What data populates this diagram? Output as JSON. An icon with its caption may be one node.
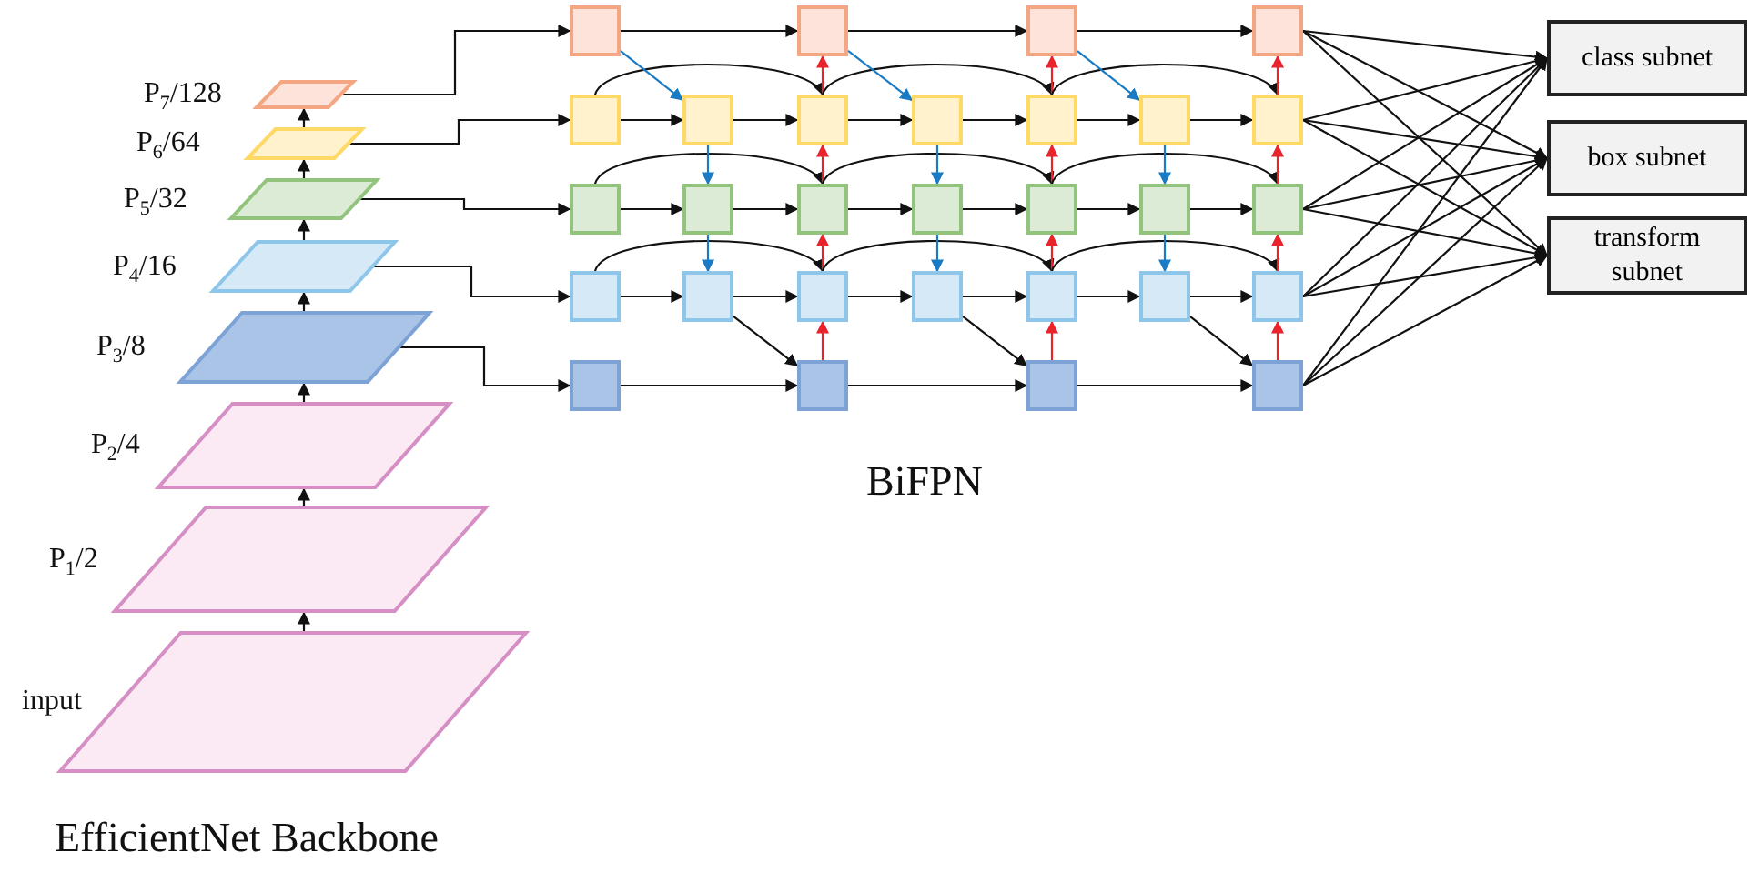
{
  "diagram": {
    "nodes": [
      {
        "text": [
          "P$_{7}$/128"
        ]
      },
      {
        "text": [
          "P$_{6}$/64"
        ]
      },
      {
        "text": [
          "P$_{5}$/32"
        ]
      },
      {
        "text": [
          "P$_{4}$/16"
        ]
      },
      {
        "text": [
          "P$_{3}$/8"
        ]
      },
      {
        "text": [
          "P$_{2}$/4"
        ]
      },
      {
        "text": [
          "P$_{1}$/2"
        ]
      },
      {
        "text": [
          "input"
        ]
      },
      {
        "text": [],
        "shape": "box"
      },
      {
        "text": [],
        "shape": "box"
      },
      {
        "text": [],
        "shape": "box"
      },
      {
        "text": [],
        "shape": "box"
      },
      {
        "text": [],
        "shape": "box"
      },
      {
        "text": [],
        "shape": "box"
      },
      {
        "text": [],
        "shape": "box"
      },
      {
        "text": [],
        "shape": "box"
      },
      {
        "text": [],
        "shape": "box"
      },
      {
        "text": [],
        "shape": "box"
      },
      {
        "text": [],
        "shape": "box"
      },
      {
        "text": [],
        "shape": "box"
      },
      {
        "text": [],
        "shape": "box"
      },
      {
        "text": [],
        "shape": "box"
      },
      {
        "text": [],
        "shape": "box"
      },
      {
        "text": [],
        "shape": "box"
      },
      {
        "text": [],
        "shape": "box"
      },
      {
        "text": [],
        "shape": "box"
      },
      {
        "text": [],
        "shape": "box"
      },
      {
        "text": [],
        "shape": "box"
      },
      {
        "text": [],
        "shape": "box"
      },
      {
        "text": [],
        "shape": "box"
      },
      {
        "text": [],
        "shape": "box"
      },
      {
        "text": [],
        "shape": "box"
      },
      {
        "text": [],
        "shape": "box"
      },
      {
        "text": [],
        "shape": "box"
      },
      {
        "text": [],
        "shape": "box"
      },
      {
        "text": [],
        "shape": "box"
      },
      {
        "text": [],
        "shape": "box"
      },
      {
        "text": [
          "class subnet"
        ]
      },
      {
        "text": [
          "box subnet"
        ]
      },
      {
        "text": [
          "transform subnet"
        ]
      }
    ],
    "edges": [
      {
        "from": 7,
        "to": 6,
        "arrow": "to"
      },
      {
        "from": 6,
        "to": 5,
        "arrow": "to"
      },
      {
        "from": 5,
        "to": 4,
        "arrow": "to"
      },
      {
        "from": 4,
        "to": 3,
        "arrow": "to"
      },
      {
        "from": 3,
        "to": 2,
        "arrow": "to"
      },
      {
        "from": 2,
        "to": 1,
        "arrow": "to"
      },
      {
        "from": 1,
        "to": 0,
        "arrow": "to"
      },
      {
        "from": 0,
        "to": 8,
        "arrow": "to"
      },
      {
        "from": 1,
        "to": 12,
        "arrow": "to"
      },
      {
        "from": 2,
        "to": 19,
        "arrow": "to"
      },
      {
        "from": 3,
        "to": 26,
        "arrow": "to"
      },
      {
        "from": 4,
        "to": 33,
        "arrow": "to"
      },
      {
        "from": 8,
        "to": 9,
        "arrow": "to"
      },
      {
        "from": 12,
        "to": 13,
        "arrow": "to"
      },
      {
        "from": 13,
        "to": 14,
        "arrow": "to"
      },
      {
        "from": 12,
        "to": 14,
        "arrow": "to"
      },
      {
        "from": 19,
        "to": 20,
        "arrow": "to"
      },
      {
        "from": 20,
        "to": 21,
        "arrow": "to"
      },
      {
        "from": 19,
        "to": 21,
        "arrow": "to"
      },
      {
        "from": 26,
        "to": 27,
        "arrow": "to"
      },
      {
        "from": 27,
        "to": 28,
        "arrow": "to"
      },
      {
        "from": 26,
        "to": 28,
        "arrow": "to"
      },
      {
        "from": 33,
        "to": 34,
        "arrow": "to"
      },
      {
        "from": 8,
        "to": 13,
        "arrow": "to",
        "color": "#1a7bc4"
      },
      {
        "from": 13,
        "to": 20,
        "arrow": "to",
        "color": "#1a7bc4"
      },
      {
        "from": 20,
        "to": 27,
        "arrow": "to",
        "color": "#1a7bc4"
      },
      {
        "from": 27,
        "to": 34,
        "arrow": "to"
      },
      {
        "from": 34,
        "to": 28,
        "arrow": "to",
        "color": "#e8232b"
      },
      {
        "from": 28,
        "to": 21,
        "arrow": "to",
        "color": "#e8232b"
      },
      {
        "from": 21,
        "to": 14,
        "arrow": "to",
        "color": "#e8232b"
      },
      {
        "from": 14,
        "to": 9,
        "arrow": "to",
        "color": "#e8232b"
      },
      {
        "from": 9,
        "to": 10,
        "arrow": "to"
      },
      {
        "from": 14,
        "to": 15,
        "arrow": "to"
      },
      {
        "from": 15,
        "to": 16,
        "arrow": "to"
      },
      {
        "from": 14,
        "to": 16,
        "arrow": "to"
      },
      {
        "from": 21,
        "to": 22,
        "arrow": "to"
      },
      {
        "from": 22,
        "to": 23,
        "arrow": "to"
      },
      {
        "from": 21,
        "to": 23,
        "arrow": "to"
      },
      {
        "from": 28,
        "to": 29,
        "arrow": "to"
      },
      {
        "from": 29,
        "to": 30,
        "arrow": "to"
      },
      {
        "from": 28,
        "to": 30,
        "arrow": "to"
      },
      {
        "from": 34,
        "to": 35,
        "arrow": "to"
      },
      {
        "from": 9,
        "to": 15,
        "arrow": "to",
        "color": "#1a7bc4"
      },
      {
        "from": 15,
        "to": 22,
        "arrow": "to",
        "color": "#1a7bc4"
      },
      {
        "from": 22,
        "to": 29,
        "arrow": "to",
        "color": "#1a7bc4"
      },
      {
        "from": 29,
        "to": 35,
        "arrow": "to"
      },
      {
        "from": 35,
        "to": 30,
        "arrow": "to",
        "color": "#e8232b"
      },
      {
        "from": 30,
        "to": 23,
        "arrow": "to",
        "color": "#e8232b"
      },
      {
        "from": 23,
        "to": 16,
        "arrow": "to",
        "color": "#e8232b"
      },
      {
        "from": 16,
        "to": 10,
        "arrow": "to",
        "color": "#e8232b"
      },
      {
        "from": 10,
        "to": 11,
        "arrow": "to"
      },
      {
        "from": 16,
        "to": 17,
        "arrow": "to"
      },
      {
        "from": 17,
        "to": 18,
        "arrow": "to"
      },
      {
        "from": 16,
        "to": 18,
        "arrow": "to"
      },
      {
        "from": 23,
        "to": 24,
        "arrow": "to"
      },
      {
        "from": 24,
        "to": 25,
        "arrow": "to"
      },
      {
        "from": 23,
        "to": 25,
        "arrow": "to"
      },
      {
        "from": 30,
        "to": 31,
        "arrow": "to"
      },
      {
        "from": 31,
        "to": 32,
        "arrow": "to"
      },
      {
        "from": 30,
        "to": 32,
        "arrow": "to"
      },
      {
        "from": 35,
        "to": 36,
        "arrow": "to"
      },
      {
        "from": 10,
        "to": 17,
        "arrow": "to",
        "color": "#1a7bc4"
      },
      {
        "from": 17,
        "to": 24,
        "arrow": "to",
        "color": "#1a7bc4"
      },
      {
        "from": 24,
        "to": 31,
        "arrow": "to",
        "color": "#1a7bc4"
      },
      {
        "from": 31,
        "to": 36,
        "arrow": "to"
      },
      {
        "from": 36,
        "to": 32,
        "arrow": "to",
        "color": "#e8232b"
      },
      {
        "from": 32,
        "to": 25,
        "arrow": "to",
        "color": "#e8232b"
      },
      {
        "from": 25,
        "to": 18,
        "arrow": "to",
        "color": "#e8232b"
      },
      {
        "from": 18,
        "to": 11,
        "arrow": "to",
        "color": "#e8232b"
      },
      {
        "from": 11,
        "to": 37,
        "arrow": "to"
      },
      {
        "from": 11,
        "to": 38,
        "arrow": "to"
      },
      {
        "from": 11,
        "to": 39,
        "arrow": "to"
      },
      {
        "from": 18,
        "to": 37,
        "arrow": "to"
      },
      {
        "from": 18,
        "to": 38,
        "arrow": "to"
      },
      {
        "from": 18,
        "to": 39,
        "arrow": "to"
      },
      {
        "from": 25,
        "to": 37,
        "arrow": "to"
      },
      {
        "from": 25,
        "to": 38,
        "arrow": "to"
      },
      {
        "from": 25,
        "to": 39,
        "arrow": "to"
      },
      {
        "from": 32,
        "to": 37,
        "arrow": "to"
      },
      {
        "from": 32,
        "to": 38,
        "arrow": "to"
      },
      {
        "from": 32,
        "to": 39,
        "arrow": "to"
      },
      {
        "from": 36,
        "to": 37,
        "arrow": "to"
      },
      {
        "from": 36,
        "to": 38,
        "arrow": "to"
      },
      {
        "from": 36,
        "to": 39,
        "arrow": "to"
      }
    ],
    "labels": [
      "BiFPN",
      "EfficientNet Backbone"
    ]
  }
}
